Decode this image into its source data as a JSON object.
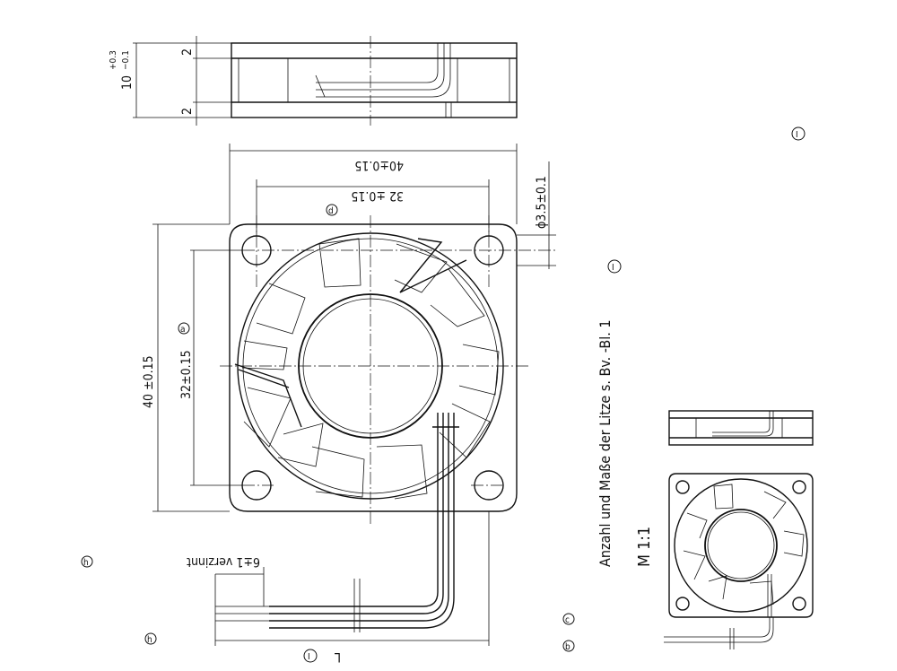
{
  "dimensions": {
    "thickness_nominal": "10",
    "tol_plus": "+0.3",
    "tol_minus": "−0.1",
    "flange_top": "2",
    "flange_bottom": "2",
    "width_overall": "40±0.15",
    "hole_spacing_h": "32 ±0.15",
    "hole_diameter": "ϕ3.5±0.1",
    "height_overall": "40 ±0.15",
    "hole_spacing_v": "32±0.15",
    "lead_strip": "6±1 verzinnt",
    "lead_length": "L"
  },
  "notes": {
    "wire_note": "Anzahl und Maße der Litze s. Bv. -Bl. 1",
    "scale": "M 1:1"
  },
  "markers": {
    "a": "a",
    "b": "b",
    "c": "c",
    "d": "d",
    "h": "h",
    "i": "I"
  }
}
